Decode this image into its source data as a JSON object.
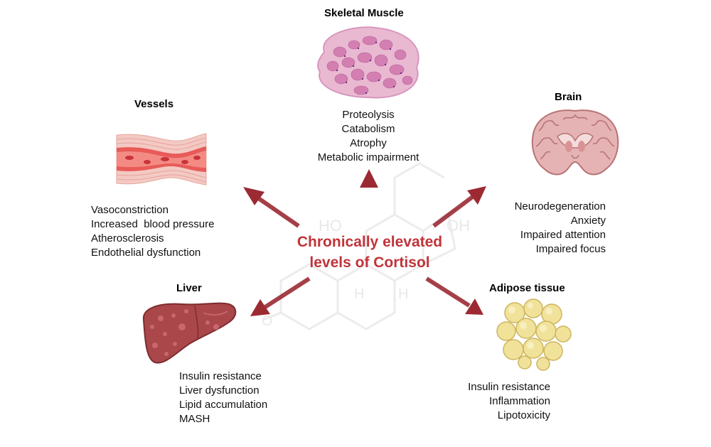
{
  "center": {
    "line1": "Chronically elevated",
    "line2": "levels of Cortisol"
  },
  "colors": {
    "accent": "#c0343a",
    "arrow": "#9b2a33"
  },
  "nodes": {
    "skeletal_muscle": {
      "title": "Skeletal Muscle",
      "effects": [
        "Proteolysis",
        "Catabolism",
        "Atrophy",
        "Metabolic impairment"
      ],
      "icon": "muscle-tissue-icon"
    },
    "vessels": {
      "title": "Vessels",
      "effects": [
        "Vasoconstriction",
        "Increased  blood pressure",
        "Atherosclerosis",
        "Endothelial dysfunction"
      ],
      "icon": "blood-vessel-icon"
    },
    "brain": {
      "title": "Brain",
      "effects": [
        "Neurodegeneration",
        "Anxiety",
        "Impaired attention",
        "Impaired focus"
      ],
      "icon": "brain-section-icon"
    },
    "liver": {
      "title": "Liver",
      "effects": [
        "Insulin resistance",
        "Liver dysfunction",
        "Lipid accumulation",
        "MASH"
      ],
      "icon": "liver-icon"
    },
    "adipose": {
      "title": "Adipose tissue",
      "effects": [
        "Insulin resistance",
        "Inflammation",
        "Lipotoxicity"
      ],
      "icon": "adipose-cells-icon"
    }
  },
  "watermark": {
    "ho": "HO",
    "oh": "OH",
    "h1": "H",
    "h2": "H",
    "o": "O"
  }
}
